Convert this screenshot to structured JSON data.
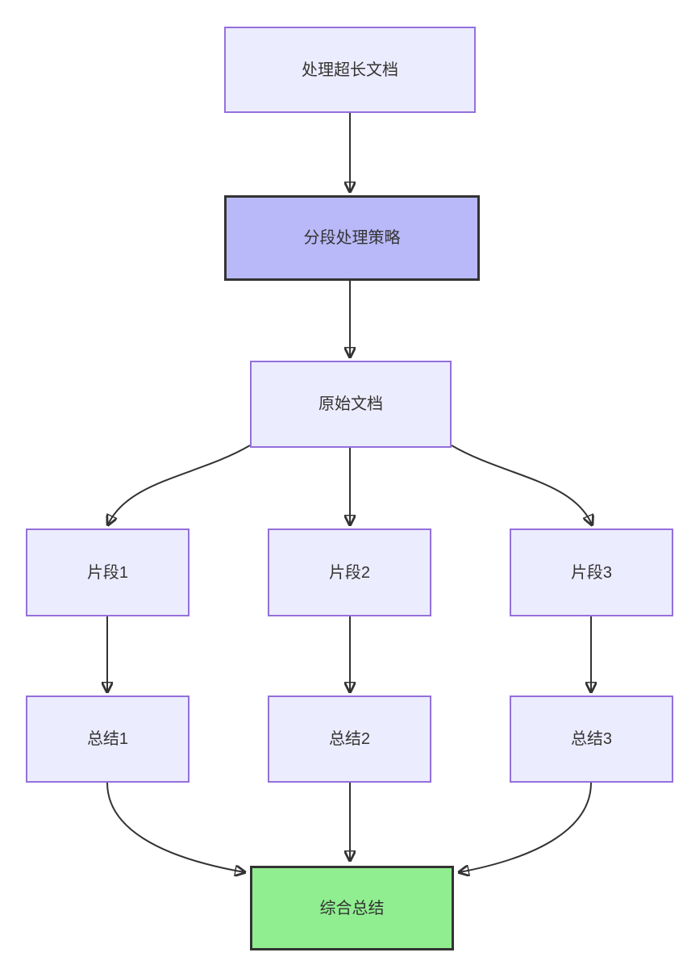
{
  "diagram": {
    "type": "flowchart",
    "direction": "top-down",
    "background": "#FFFFFF",
    "colors": {
      "default_fill": "#ECECFF",
      "default_border": "#9370DB",
      "highlight_fill": "#B9B9F9",
      "success_fill": "#90EE90",
      "dark_border": "#333333",
      "edge": "#333333",
      "text": "#333333"
    },
    "nodes": [
      {
        "id": "process",
        "label": "处理超长文档",
        "style": "default"
      },
      {
        "id": "strategy",
        "label": "分段处理策略",
        "style": "highlight"
      },
      {
        "id": "original-doc",
        "label": "原始文档",
        "style": "default"
      },
      {
        "id": "segment-1",
        "label": "片段1",
        "style": "default"
      },
      {
        "id": "segment-2",
        "label": "片段2",
        "style": "default"
      },
      {
        "id": "segment-3",
        "label": "片段3",
        "style": "default"
      },
      {
        "id": "summary-1",
        "label": "总结1",
        "style": "default"
      },
      {
        "id": "summary-2",
        "label": "总结2",
        "style": "default"
      },
      {
        "id": "summary-3",
        "label": "总结3",
        "style": "default"
      },
      {
        "id": "final-summary",
        "label": "综合总结",
        "style": "success"
      }
    ],
    "edges": [
      {
        "from": "process",
        "to": "strategy"
      },
      {
        "from": "strategy",
        "to": "original-doc"
      },
      {
        "from": "original-doc",
        "to": "segment-1"
      },
      {
        "from": "original-doc",
        "to": "segment-2"
      },
      {
        "from": "original-doc",
        "to": "segment-3"
      },
      {
        "from": "segment-1",
        "to": "summary-1"
      },
      {
        "from": "segment-2",
        "to": "summary-2"
      },
      {
        "from": "segment-3",
        "to": "summary-3"
      },
      {
        "from": "summary-1",
        "to": "final-summary"
      },
      {
        "from": "summary-2",
        "to": "final-summary"
      },
      {
        "from": "summary-3",
        "to": "final-summary"
      }
    ]
  }
}
